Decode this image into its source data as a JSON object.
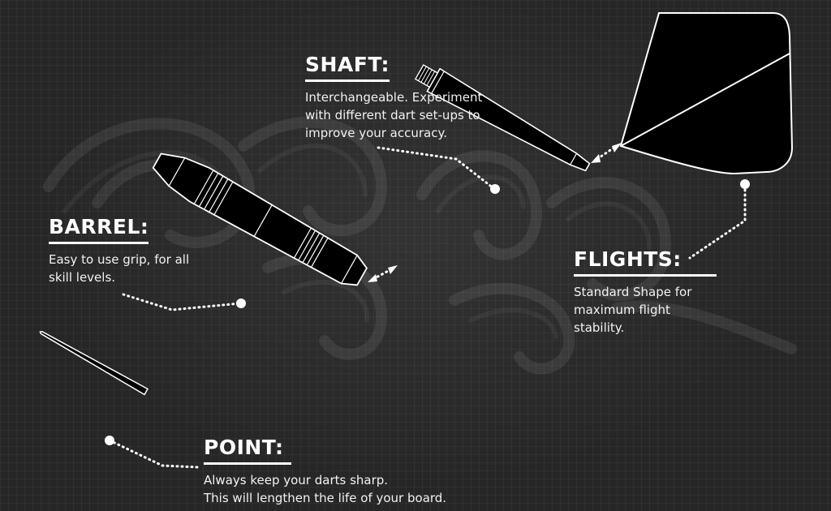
{
  "callouts": {
    "shaft": {
      "title": "SHAFT:",
      "lines": [
        "Interchangeable. Experiment",
        "with different dart set-ups to",
        "improve your accuracy."
      ]
    },
    "barrel": {
      "title": "BARREL:",
      "lines": [
        "Easy to use grip, for all",
        "skill levels."
      ]
    },
    "flights": {
      "title": "FLIGHTS:",
      "lines": [
        "Standard Shape for",
        "maximum flight",
        "stability."
      ]
    },
    "point": {
      "title": "POINT:",
      "lines": [
        "Always keep your darts sharp.",
        "This will lengthen the life of your board."
      ]
    }
  },
  "colors": {
    "background": "#262626",
    "dart": "#000000",
    "outline": "#ffffff",
    "text": "#ffffff"
  }
}
